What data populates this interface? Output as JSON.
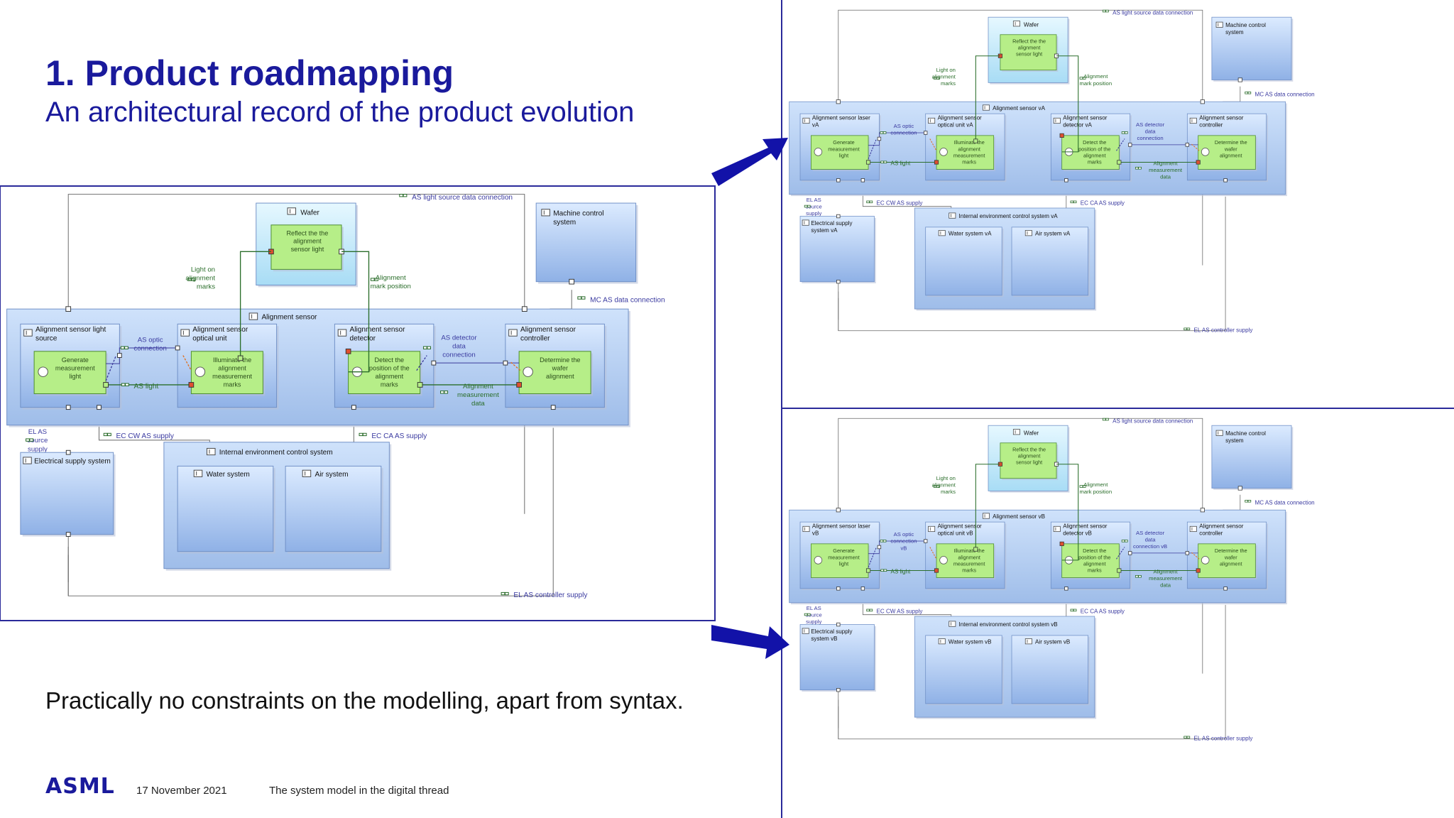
{
  "slide": {
    "title": "1. Product roadmapping",
    "subtitle": "An architectural record of the product evolution",
    "note": "Practically no constraints on the modelling, apart from syntax.",
    "logo": "ASML",
    "date": "17 November 2021",
    "footer_title": "The system model in the digital thread",
    "accent_color": "#1a1a9c"
  },
  "diagram_main": {
    "conn_as_light_source": "AS light source data connection",
    "wafer": "Wafer",
    "wafer_function": [
      "Reflect the the",
      "alignment",
      "sensor light"
    ],
    "machine_control": [
      "Machine control",
      "system"
    ],
    "light_on_marks": [
      "Light on",
      "alignment",
      "marks"
    ],
    "mark_position": [
      "Alignment",
      "mark position"
    ],
    "mc_as_data": "MC AS data connection",
    "alignment_sensor": "Alignment sensor",
    "light_source": [
      "Alignment sensor light",
      "source"
    ],
    "light_source_fn": [
      "Generate",
      "measurement",
      "light"
    ],
    "as_optic": [
      "AS optic",
      "connection"
    ],
    "optical_unit": [
      "Alignment sensor",
      "optical unit"
    ],
    "optical_unit_fn": [
      "Illuminate the",
      "alignment",
      "measurement",
      "marks"
    ],
    "as_light": "AS light",
    "detector": [
      "Alignment sensor",
      "detector"
    ],
    "detector_fn": [
      "Detect the",
      "position of the",
      "alignment",
      "marks"
    ],
    "as_detector_data": [
      "AS detector",
      "data",
      "connection"
    ],
    "controller": [
      "Alignment sensor",
      "controller"
    ],
    "controller_fn": [
      "Determine the",
      "wafer",
      "alignment"
    ],
    "measurement_data": [
      "Alignment",
      "measurement",
      "data"
    ],
    "el_as_source": [
      "EL AS",
      "source",
      "supply"
    ],
    "ec_cw": "EC CW AS supply",
    "ec_ca": "EC CA AS supply",
    "electrical_supply": "Electrical supply system",
    "internal_env": "Internal environment control system",
    "water_system": "Water system",
    "air_system": "Air system",
    "el_as_controller": "EL AS controller supply"
  },
  "diagram_va": {
    "conn_as_light_source": "AS light source data connection",
    "wafer": "Wafer",
    "wafer_function": [
      "Reflect the the",
      "alignment",
      "sensor light"
    ],
    "machine_control": [
      "Machine control",
      "system"
    ],
    "light_on_marks": [
      "Light on",
      "alignment",
      "marks"
    ],
    "mark_position": [
      "Alignment",
      "mark position"
    ],
    "mc_as_data": "MC AS data connection",
    "alignment_sensor": "Alignment sensor vA",
    "light_source": [
      "Alignment sensor laser",
      "vA"
    ],
    "light_source_fn": [
      "Generate",
      "measurement",
      "light"
    ],
    "as_optic": [
      "AS optic",
      "connection"
    ],
    "optical_unit": [
      "Alignment sensor",
      "optical unit vA"
    ],
    "optical_unit_fn": [
      "Illuminate the",
      "alignment",
      "measurement",
      "marks"
    ],
    "as_light": "AS light",
    "detector": [
      "Alignment sensor",
      "detector vA"
    ],
    "detector_fn": [
      "Detect the",
      "position of the",
      "alignment",
      "marks"
    ],
    "as_detector_data": [
      "AS detector",
      "data",
      "connection"
    ],
    "controller": [
      "Alignment sensor",
      "controller"
    ],
    "controller_fn": [
      "Determine the",
      "wafer",
      "alignment"
    ],
    "measurement_data": [
      "Alignment",
      "measurement",
      "data"
    ],
    "el_as_source": [
      "EL AS",
      "source",
      "supply"
    ],
    "ec_cw": "EC CW AS supply",
    "ec_ca": "EC CA AS supply",
    "electrical_supply": [
      "Electrical supply",
      "system vA"
    ],
    "internal_env": "Internal environment control system vA",
    "water_system": "Water system vA",
    "air_system": "Air system vA",
    "el_as_controller": "EL AS controller supply"
  },
  "diagram_vb": {
    "conn_as_light_source": "AS light source data connection",
    "wafer": "Wafer",
    "wafer_function": [
      "Reflect the the",
      "alignment",
      "sensor light"
    ],
    "machine_control": [
      "Machine control",
      "system"
    ],
    "light_on_marks": [
      "Light on",
      "alignment",
      "marks"
    ],
    "mark_position": [
      "Alignment",
      "mark position"
    ],
    "mc_as_data": "MC AS data connection",
    "alignment_sensor": "Alignment sensor vB",
    "light_source": [
      "Alignment sensor laser",
      "vB"
    ],
    "light_source_fn": [
      "Generate",
      "measurement",
      "light"
    ],
    "as_optic": [
      "AS optic",
      "connection",
      "vB"
    ],
    "optical_unit": [
      "Alignment sensor",
      "optical unit vB"
    ],
    "optical_unit_fn": [
      "Illuminate the",
      "alignment",
      "measurement",
      "marks"
    ],
    "as_light": "AS light",
    "detector": [
      "Alignment sensor",
      "detector vB"
    ],
    "detector_fn": [
      "Detect the",
      "position of the",
      "alignment",
      "marks"
    ],
    "as_detector_data": [
      "AS detector",
      "data",
      "connection vB"
    ],
    "controller": [
      "Alignment sensor",
      "controller"
    ],
    "controller_fn": [
      "Determine the",
      "wafer",
      "alignment"
    ],
    "measurement_data": [
      "Alignment",
      "measurement",
      "data"
    ],
    "el_as_source": [
      "EL AS",
      "source",
      "supply"
    ],
    "ec_cw": "EC CW AS supply",
    "ec_ca": "EC CA AS supply",
    "electrical_supply": [
      "Electrical supply",
      "system vB"
    ],
    "internal_env": "Internal environment control system vB",
    "water_system": "Water system vB",
    "air_system": "Air system vB",
    "el_as_controller": "EL AS controller supply"
  }
}
